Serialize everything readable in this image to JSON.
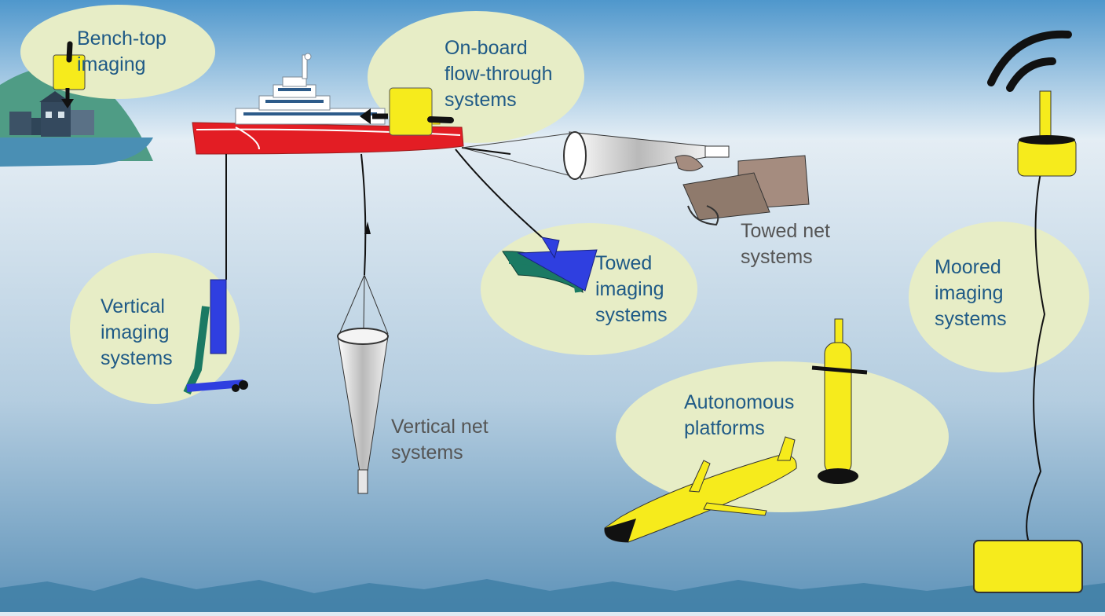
{
  "labels": {
    "bench_top": "Bench-top\nimaging",
    "on_board": "On-board\nflow-through\nsystems",
    "towed_net": "Towed net\nsystems",
    "towed_imaging": "Towed\nimaging\nsystems",
    "vertical_imaging": "Vertical\nimaging\nsystems",
    "vertical_net": "Vertical net\nsystems",
    "moored": "Moored\nimaging\nsystems",
    "autonomous": "Autonomous\nplatforms"
  },
  "colors": {
    "sky_top": "#4f97cc",
    "sky_bottom": "#e6eff6",
    "sea_top": "#e4edf4",
    "sea_bottom": "#5f93b9",
    "bubble": "#e7edc6",
    "imaging_text": "#1f5a86",
    "net_text": "#555555",
    "ship_hull": "#e31d24",
    "instrument_yellow": "#f6eb1c",
    "island": "#4f9c85",
    "seafloor": "#3f7fa6"
  }
}
